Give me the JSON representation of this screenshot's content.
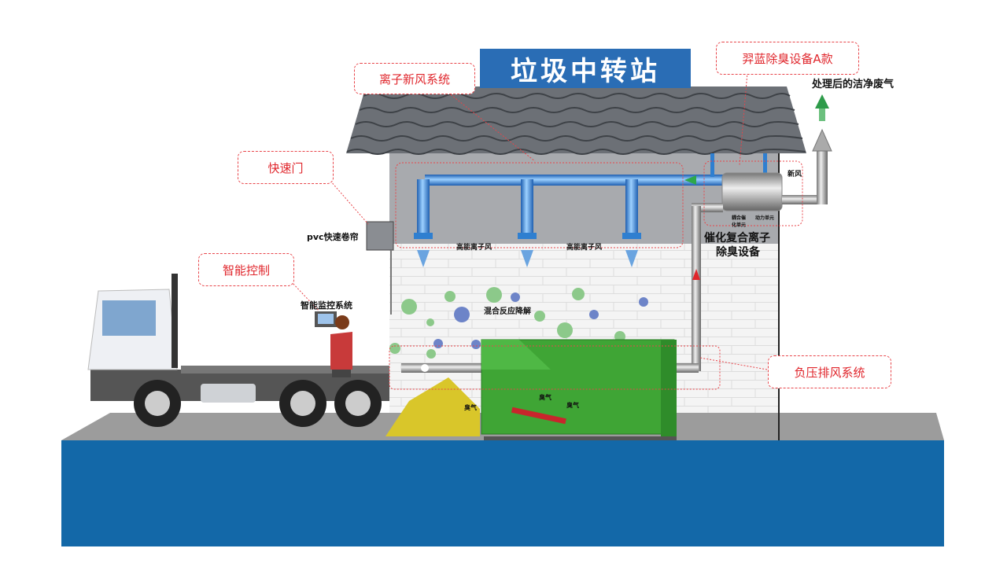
{
  "title": "垃圾中转站",
  "callouts": {
    "ion_fresh_air": "离子新风系统",
    "fast_door": "快速门",
    "smart_control": "智能控制",
    "deodorizer_a": "羿蓝除臭设备A款",
    "negative_pressure": "负压排风系统"
  },
  "labels": {
    "clean_exhaust": "处理后的洁净废气",
    "fresh_air": "新风",
    "coupling_unit": "耦合催化单元",
    "power_unit": "动力单元",
    "device_name_1": "催化复合离子",
    "device_name_2": "除臭设备",
    "pvc_door": "pvc快速卷帘",
    "monitor": "智能监控系统",
    "ion_wind_1": "高能离子风",
    "ion_wind_2": "高能离子风",
    "mix_react": "混合反应降解",
    "odor_1": "臭气",
    "odor_2": "臭气",
    "odor_3": "臭气"
  },
  "colors": {
    "title_bg": "#2a6db5",
    "callout": "#e0262c",
    "ground_blue": "#1368a8",
    "compactor": "#3fa535",
    "pipe_blue": "#2f7fd0"
  }
}
